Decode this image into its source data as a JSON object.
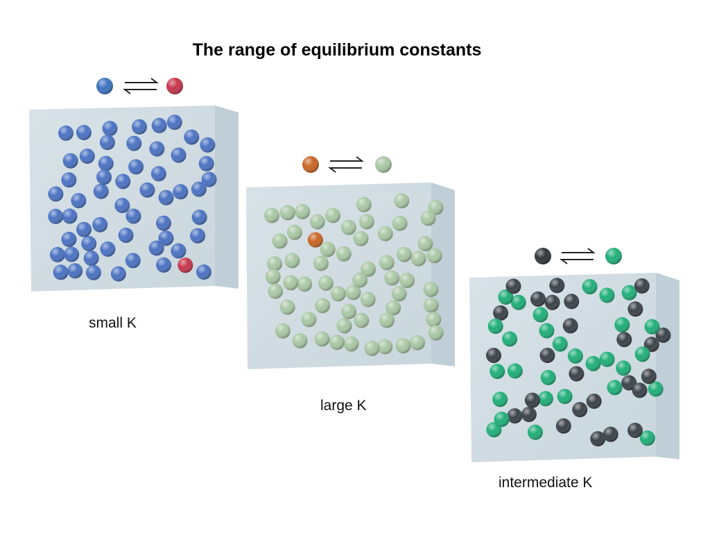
{
  "title": "The range of equilibrium constants",
  "panels": [
    {
      "id": "small-k",
      "caption": "small K",
      "reactant_color": "#4a72c2",
      "product_color": "#c8344a",
      "reactant_count": 55,
      "product_count": 1
    },
    {
      "id": "large-k",
      "caption": "large K",
      "reactant_color": "#c96425",
      "product_color": "#a9c7a4",
      "reactant_count": 1,
      "product_count": 60
    },
    {
      "id": "intermediate-k",
      "caption": "intermediate K",
      "reactant_color": "#3a4248",
      "product_color": "#1fae78",
      "reactant_count": 27,
      "product_count": 29
    }
  ]
}
